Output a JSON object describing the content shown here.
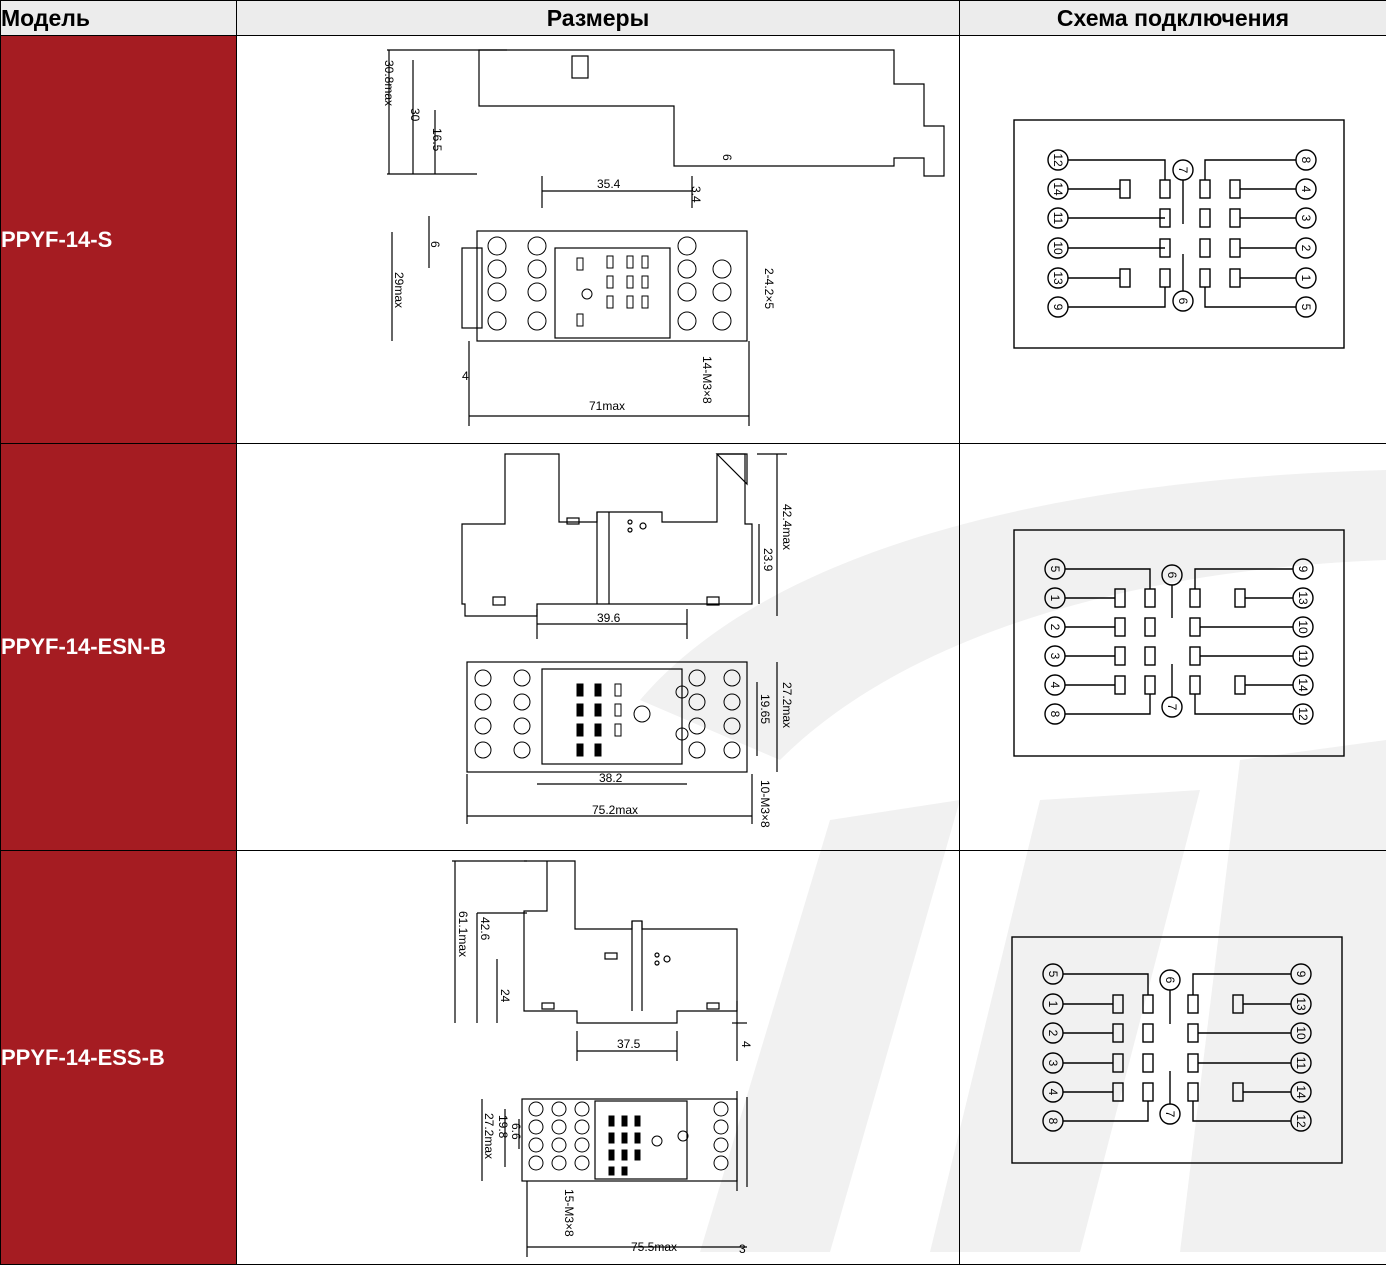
{
  "header": {
    "col_model": "Модель",
    "col_dimensions": "Размеры",
    "col_wiring": "Схема подключения"
  },
  "rows": [
    {
      "model": "PPYF-14-S",
      "dims": [
        "30.8max",
        "30",
        "16.5",
        "6",
        "35.4",
        "3.4",
        "6",
        "29max",
        "2-4.2×5",
        "14-M3×8",
        "4",
        "71max"
      ],
      "pins_left": [
        "12",
        "14",
        "11",
        "10",
        "13",
        "9"
      ],
      "pins_center": [
        "7",
        "6"
      ],
      "pins_right": [
        "8",
        "4",
        "3",
        "2",
        "1",
        "5"
      ]
    },
    {
      "model": "PPYF-14-ESN-B",
      "dims": [
        "42.4max",
        "23.9",
        "39.6",
        "27.2max",
        "19.65",
        "38.2",
        "10-M3×8",
        "75.2max"
      ],
      "pins_left": [
        "5",
        "1",
        "2",
        "3",
        "4",
        "8"
      ],
      "pins_center": [
        "6",
        "7"
      ],
      "pins_right": [
        "9",
        "13",
        "10",
        "11",
        "14",
        "12"
      ]
    },
    {
      "model": "PPYF-14-ESS-B",
      "dims": [
        "61.1max",
        "42.6",
        "24",
        "37.5",
        "4",
        "27.2max",
        "19.8",
        "6.6",
        "15-M3×8",
        "75.5max",
        "3"
      ],
      "pins_left": [
        "5",
        "1",
        "2",
        "3",
        "4",
        "8"
      ],
      "pins_center": [
        "6",
        "7"
      ],
      "pins_right": [
        "9",
        "13",
        "10",
        "11",
        "14",
        "12"
      ]
    }
  ],
  "colors": {
    "model_bg": "#a51c22",
    "header_bg": "#ececec"
  }
}
